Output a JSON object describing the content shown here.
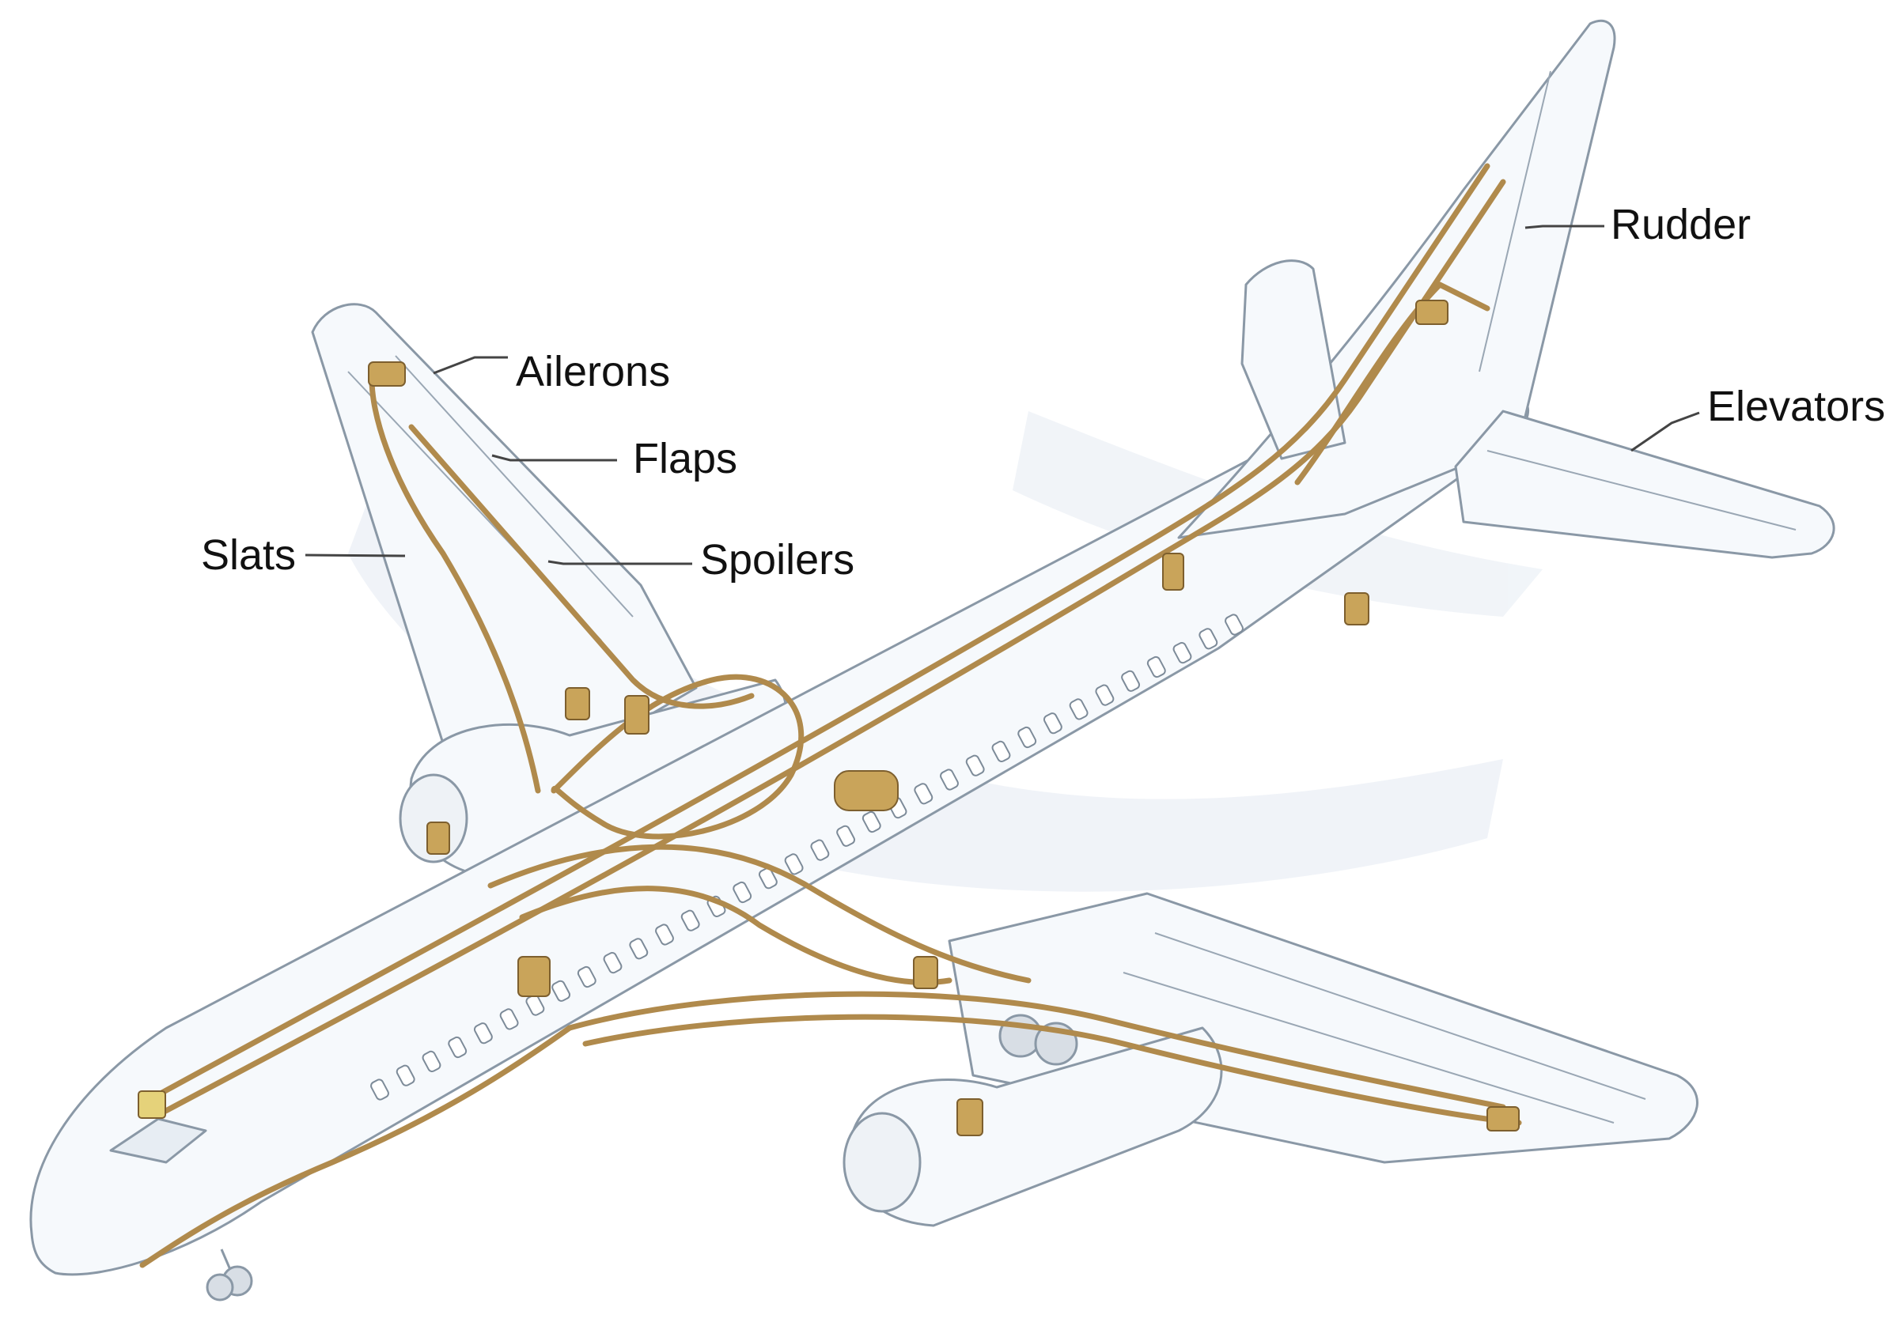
{
  "colors": {
    "background": "#ffffff",
    "airframe_outline": "#8a98a6",
    "airframe_fill": "#f6f9fc",
    "shadow": "#dfe6f0",
    "hydraulic_line": "#b08a4c",
    "hydraulic_line_dark": "#7d5f2e",
    "component": "#c9a45a",
    "leader_line": "#444444",
    "label_text": "#111111"
  },
  "labels": {
    "ailerons": "Ailerons",
    "flaps": "Flaps",
    "slats": "Slats",
    "spoilers": "Spoilers",
    "rudder": "Rudder",
    "elevators": "Elevators"
  }
}
